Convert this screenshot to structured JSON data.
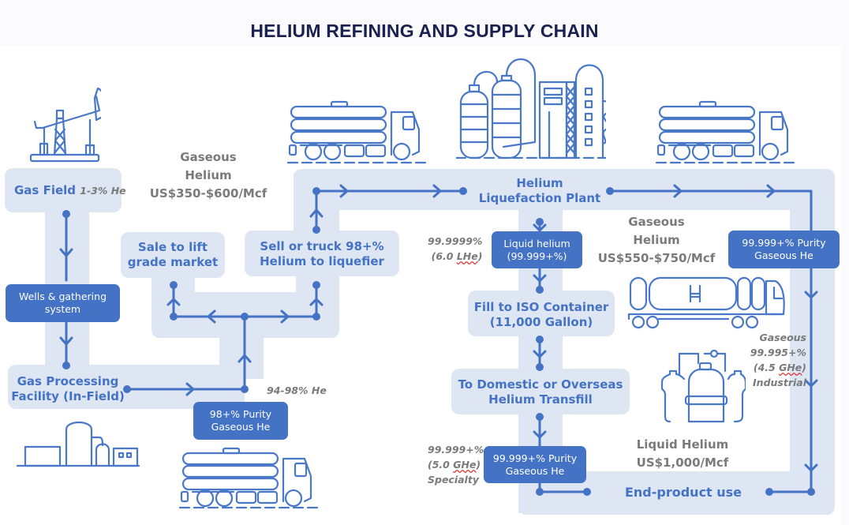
{
  "title": "HELIUM REFINING AND SUPPLY CHAIN",
  "colors": {
    "title": "#1a2150",
    "accent_blue": "#4472c4",
    "band_light_blue": "#dde6f2",
    "price_grey": "#7a7a7a"
  },
  "nodes": {
    "gas_field": {
      "label": "Gas Field",
      "note": "1-3% He"
    },
    "wells": {
      "label_line1": "Wells & gathering",
      "label_line2": "system"
    },
    "processing": {
      "label_line1": "Gas Processing",
      "label_line2": "Facility (In-Field)"
    },
    "purity_98": {
      "label_line1": "98+% Purity",
      "label_line2": "Gaseous He"
    },
    "sale_lift": {
      "label_line1": "Sale to lift",
      "label_line2": "grade market"
    },
    "sell_truck": {
      "label_line1": "Sell or truck 98+%",
      "label_line2": "Helium to liquefier"
    },
    "liquefaction": {
      "label_line1": "Helium",
      "label_line2": "Liquefaction Plant"
    },
    "liquid_helium": {
      "label_line1": "Liquid helium",
      "label_line2": "(99.999+%)"
    },
    "iso_container": {
      "label_line1": "Fill to ISO Container",
      "label_line2": "(11,000 Gallon)"
    },
    "transfill": {
      "label_line1": "To Domestic or Overseas",
      "label_line2": "Helium Transfill"
    },
    "purity_99999_bottom": {
      "label_line1": "99.999+% Purity",
      "label_line2": "Gaseous He"
    },
    "purity_99999_right": {
      "label_line1": "99.999+% Purity",
      "label_line2": "Gaseous He"
    },
    "end_use": {
      "label": "End-product use"
    }
  },
  "annotations": {
    "he_94_98": "94-98% He",
    "lhe_6": {
      "line1": "99.9999%",
      "line2_pre": "(6.0 ",
      "line2_u": "LHe",
      "line2_post": ")"
    },
    "ghe_5": {
      "line1": "99.999+%",
      "line2_pre": "(5.0 ",
      "line2_u": "GHe",
      "line2_post": ")",
      "line3": "Specialty"
    },
    "ghe_45": {
      "line1": "Gaseous",
      "line2": "99.995+%",
      "line3_pre": "(4.5 ",
      "line3_u": "GHe",
      "line3_post": ")",
      "line4": "Industrial"
    }
  },
  "prices": {
    "gaseous_low": {
      "line1": "Gaseous",
      "line2": "Helium",
      "line3": "US$350-$600/Mcf"
    },
    "gaseous_high": {
      "line1": "Gaseous",
      "line2": "Helium",
      "line3": "US$550-$750/Mcf"
    },
    "liquid": {
      "line1": "Liquid Helium",
      "line2": "US$1,000/Mcf"
    }
  },
  "icons": [
    "pump-jack-icon",
    "tube-trailer-truck-icon",
    "refinery-plant-icon",
    "tube-trailer-truck-icon",
    "processing-facility-icon",
    "tube-trailer-truck-icon",
    "iso-tanker-truck-icon",
    "dewar-cylinders-icon"
  ]
}
